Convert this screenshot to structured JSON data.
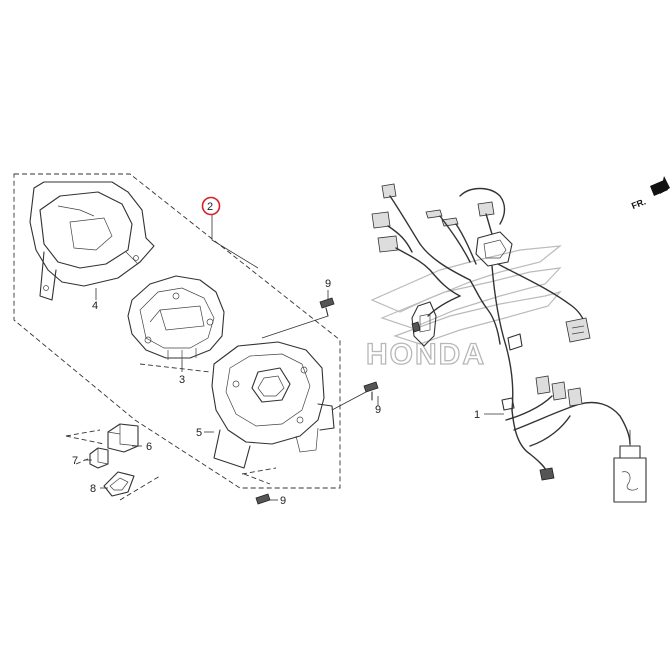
{
  "labels": {
    "p1": "1",
    "p2": "2",
    "p3": "3",
    "p4": "4",
    "p5": "5",
    "p6": "6",
    "p7": "7",
    "p8": "8",
    "p9a": "9",
    "p9b": "9",
    "p9c": "9"
  },
  "direction_label": "FR.",
  "watermark_text": "HONDA",
  "colors": {
    "highlight_circle": "#d6202a",
    "line": "#333333",
    "watermark": "#b8b8b8"
  }
}
